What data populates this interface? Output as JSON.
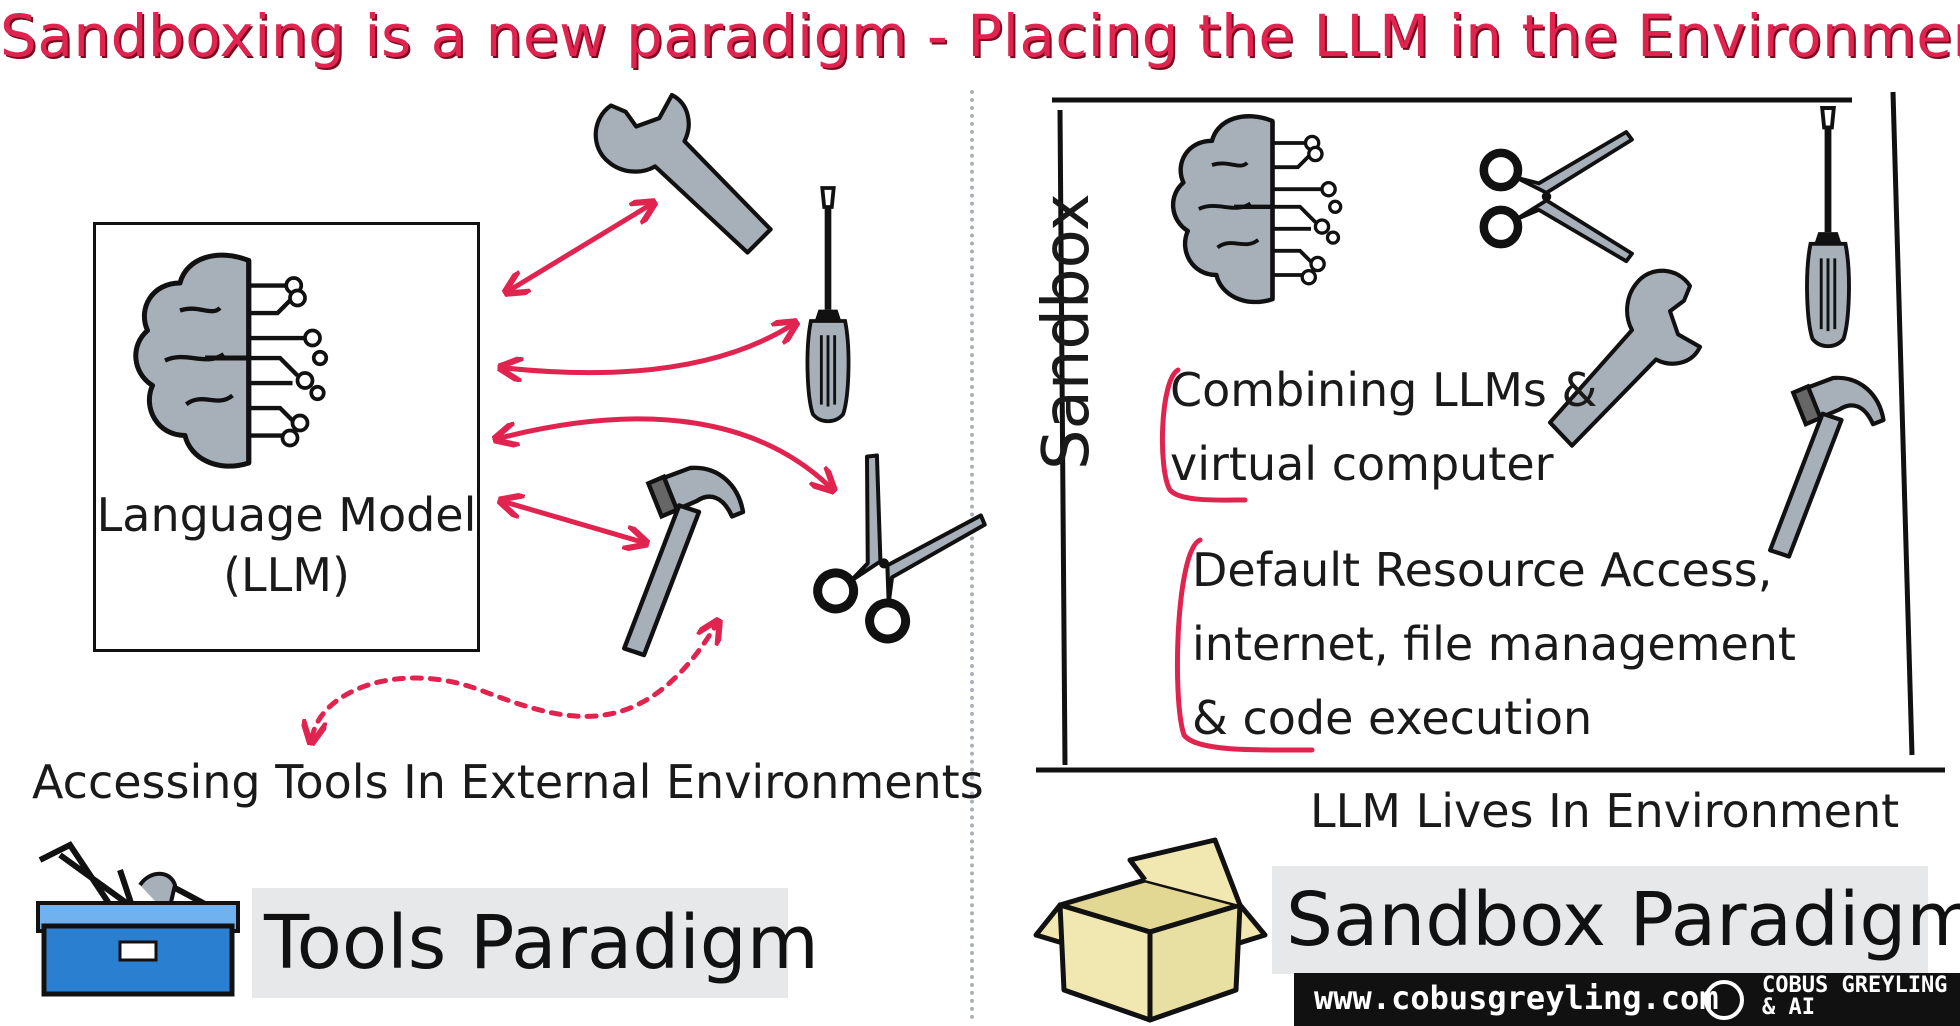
{
  "title": "Sandboxing is a new paradigm - Placing the LLM in the Environment",
  "left": {
    "llm_label_line1": "Language Model",
    "llm_label_line2": "(LLM)",
    "caption": "Accessing Tools In External Environments",
    "paradigm_label": "Tools Paradigm"
  },
  "right": {
    "sandbox_label": "Sandbox",
    "note1_line1": "Combining LLMs &",
    "note1_line2": "virtual computer",
    "note2_line1": "Default Resource Access,",
    "note2_line2": "internet, file management",
    "note2_line3": "& code execution",
    "caption": "LLM Lives In Environment",
    "paradigm_label": "Sandbox Paradigm"
  },
  "brand": {
    "url": "www.cobusgreyling.com",
    "name_line1": "COBUS GREYLING",
    "name_line2": "& AI"
  },
  "colors": {
    "accent": "#e0244f",
    "tool_gray": "#a7b0b9",
    "box_tan": "#f0e8b0",
    "toolbox_blue": "#2a7fd1"
  },
  "icons": [
    "brain-icon",
    "wrench-icon",
    "screwdriver-icon",
    "scissors-icon",
    "hammer-icon",
    "toolbox-icon",
    "cardboard-box-icon",
    "cobus-logo-icon"
  ]
}
